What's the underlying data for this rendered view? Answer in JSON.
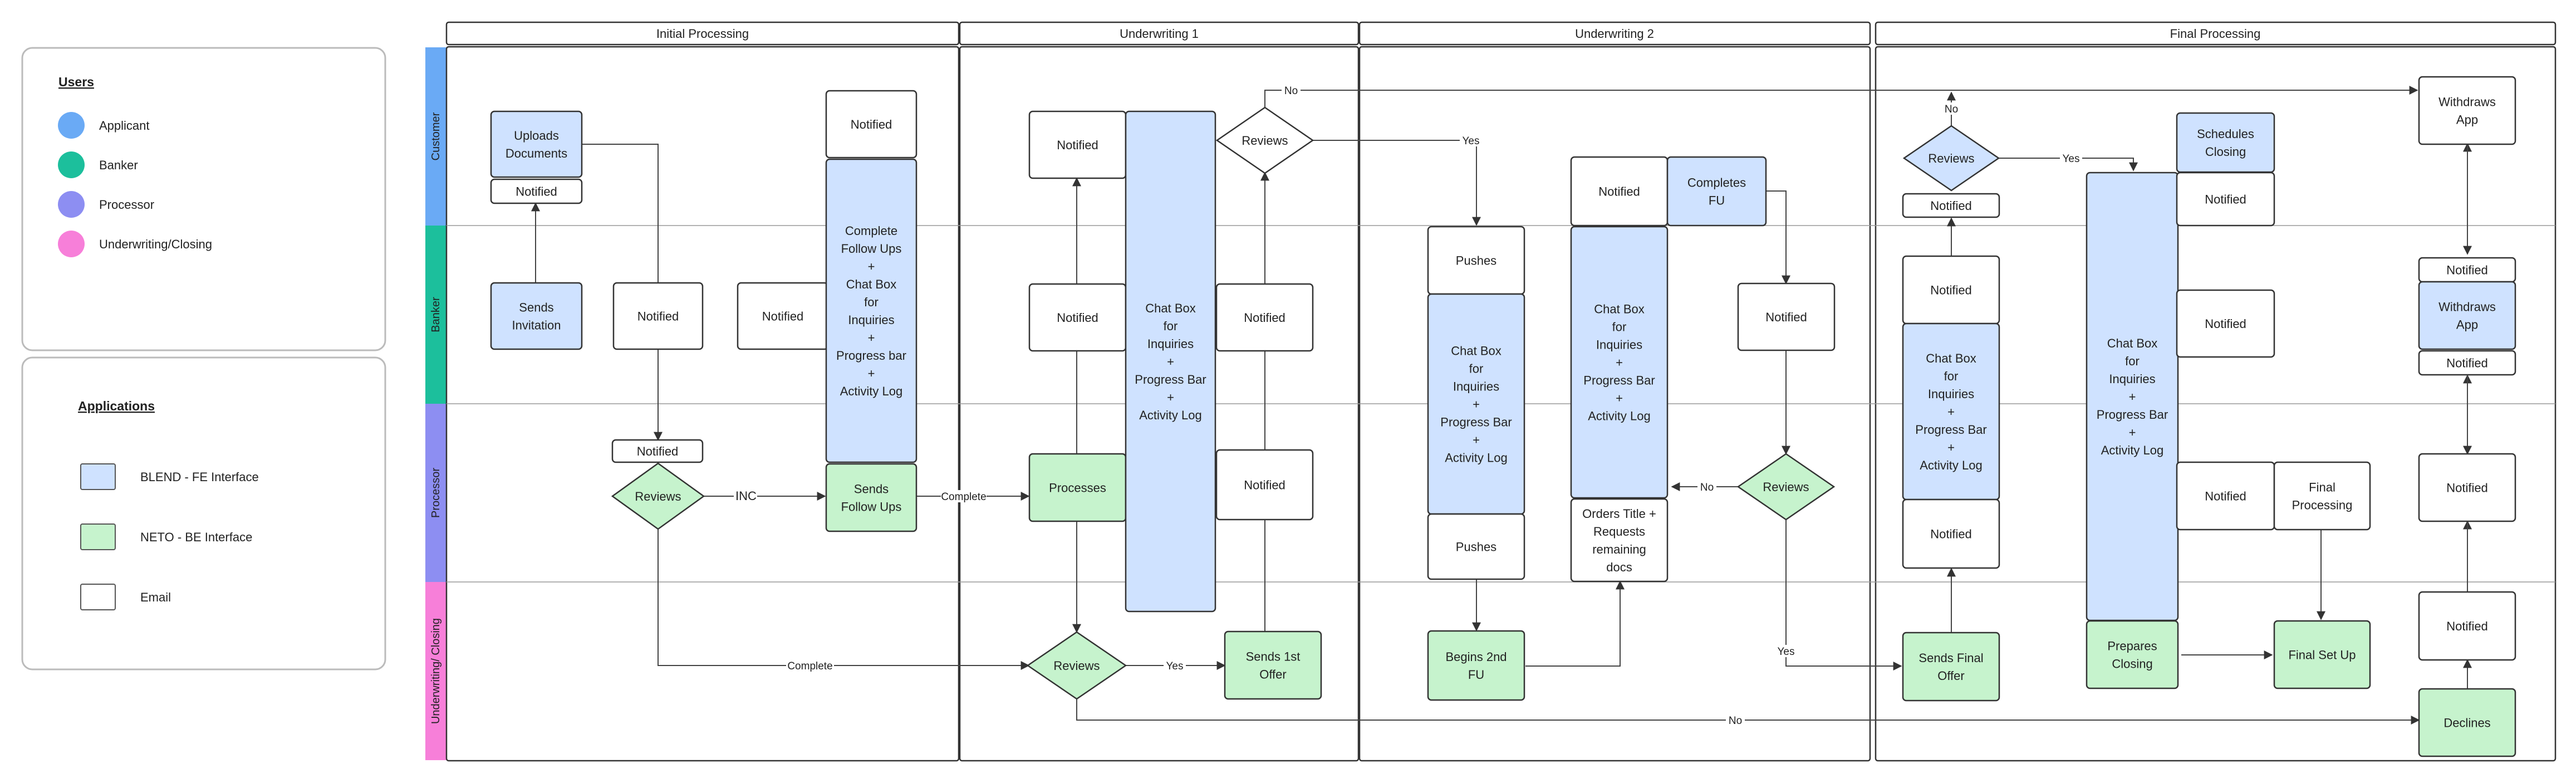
{
  "legend_users": {
    "title": "Users",
    "items": [
      {
        "label": "Applicant",
        "color": "#6aaaf5"
      },
      {
        "label": "Banker",
        "color": "#1cbf9c"
      },
      {
        "label": "Processor",
        "color": "#8d8ef2"
      },
      {
        "label": "Underwriting/Closing",
        "color": "#f77fd9"
      }
    ]
  },
  "legend_apps": {
    "title": "Applications",
    "items": [
      {
        "label": "BLEND - FE Interface",
        "fill": "#cfe2ff"
      },
      {
        "label": "NETO - BE Interface",
        "fill": "#c6f3cd"
      },
      {
        "label": "Email",
        "fill": "#ffffff"
      }
    ]
  },
  "phases": [
    {
      "label": "Initial Processing"
    },
    {
      "label": "Underwriting 1"
    },
    {
      "label": "Underwriting 2"
    },
    {
      "label": "Final Processing"
    }
  ],
  "lanes": [
    {
      "label": "Customer",
      "color": "#6aaaf5"
    },
    {
      "label": "Banker",
      "color": "#1cbf9c"
    },
    {
      "label": "Processor",
      "color": "#8d8ef2"
    },
    {
      "label": "Underwriting/ Closing",
      "color": "#f77fd9"
    }
  ],
  "nodes": {
    "ip_upload": {
      "text": "Uploads\nDocuments",
      "app": "blend"
    },
    "ip_upload_notified": {
      "text": "Notified",
      "app": "email"
    },
    "ip_sends_invitation": {
      "text": "Sends\nInvitation",
      "app": "blend"
    },
    "ip_notified_b1": {
      "text": "Notified",
      "app": "email"
    },
    "ip_notified_b2": {
      "text": "Notified",
      "app": "email"
    },
    "ip_notified_top": {
      "text": "Notified",
      "app": "email"
    },
    "ip_followups": {
      "text": "Complete\nFollow Ups\n+\nChat Box\nfor\nInquiries\n+\nProgress bar\n+\nActivity Log",
      "app": "blend"
    },
    "ip_notified_p": {
      "text": "Notified",
      "app": "email"
    },
    "ip_reviews": {
      "text": "Reviews",
      "app": "neto"
    },
    "ip_sends_followups": {
      "text": "Sends\nFollow Ups",
      "app": "neto"
    },
    "u1_notified_c": {
      "text": "Notified",
      "app": "email"
    },
    "u1_notified_b": {
      "text": "Notified",
      "app": "email"
    },
    "u1_processes": {
      "text": "Processes",
      "app": "neto"
    },
    "u1_reviews_uw": {
      "text": "Reviews",
      "app": "neto"
    },
    "u1_chatbox": {
      "text": "Chat Box\nfor\nInquiries\n+\nProgress Bar\n+\nActivity Log",
      "app": "blend"
    },
    "u1_reviews_c": {
      "text": "Reviews",
      "app": "email"
    },
    "u1_notified_b2": {
      "text": "Notified",
      "app": "email"
    },
    "u1_notified_p": {
      "text": "Notified",
      "app": "email"
    },
    "u1_sends_offer": {
      "text": "Sends 1st\nOffer",
      "app": "neto"
    },
    "u2_pushes1": {
      "text": "Pushes",
      "app": "email"
    },
    "u2_chatbox1": {
      "text": "Chat Box\nfor\nInquiries\n+\nProgress Bar\n+\nActivity Log",
      "app": "blend"
    },
    "u2_pushes2": {
      "text": "Pushes",
      "app": "email"
    },
    "u2_begins": {
      "text": "Begins 2nd\nFU",
      "app": "neto"
    },
    "u2_notified_c": {
      "text": "Notified",
      "app": "email"
    },
    "u2_completes": {
      "text": "Completes\nFU",
      "app": "blend"
    },
    "u2_chatbox2": {
      "text": "Chat Box\nfor\nInquiries\n+\nProgress Bar\n+\nActivity Log",
      "app": "blend"
    },
    "u2_orders": {
      "text": "Orders Title +\nRequests\nremaining\ndocs",
      "app": "email"
    },
    "u2_notified_b": {
      "text": "Notified",
      "app": "email"
    },
    "u2_reviews": {
      "text": "Reviews",
      "app": "neto"
    },
    "fp_reviews": {
      "text": "Reviews",
      "app": "blend"
    },
    "fp_notified_c": {
      "text": "Notified",
      "app": "email"
    },
    "fp_notified_b": {
      "text": "Notified",
      "app": "email"
    },
    "fp_chatbox1": {
      "text": "Chat Box\nfor\nInquiries\n+\nProgress Bar\n+\nActivity Log",
      "app": "blend"
    },
    "fp_notified_p": {
      "text": "Notified",
      "app": "email"
    },
    "fp_sends_final": {
      "text": "Sends Final\nOffer",
      "app": "neto"
    },
    "fp_chatbox2": {
      "text": "Chat Box\nfor\nInquiries\n+\nProgress Bar\n+\nActivity Log",
      "app": "blend"
    },
    "fp_prepares": {
      "text": "Prepares\nClosing",
      "app": "neto"
    },
    "fp_schedules": {
      "text": "Schedules\nClosing",
      "app": "blend"
    },
    "fp_notified_c2": {
      "text": "Notified",
      "app": "email"
    },
    "fp_notified_b2": {
      "text": "Notified",
      "app": "email"
    },
    "fp_notified_p2": {
      "text": "Notified",
      "app": "email"
    },
    "fp_final_processing": {
      "text": "Final\nProcessing",
      "app": "email"
    },
    "fp_final_setup": {
      "text": "Final Set Up",
      "app": "neto"
    },
    "fp_withdraws_c": {
      "text": "Withdraws\nApp",
      "app": "email"
    },
    "fp_notified_b_top": {
      "text": "Notified",
      "app": "email"
    },
    "fp_withdraws_b": {
      "text": "Withdraws\nApp",
      "app": "blend"
    },
    "fp_notified_b_bot": {
      "text": "Notified",
      "app": "email"
    },
    "fp_notified_p3": {
      "text": "Notified",
      "app": "email"
    },
    "fp_notified_uw": {
      "text": "Notified",
      "app": "email"
    },
    "fp_declines": {
      "text": "Declines",
      "app": "neto"
    }
  },
  "edge_labels": {
    "inc": "INC",
    "complete_follow": "Complete",
    "complete_bottom": "Complete",
    "yes_offer": "Yes",
    "no_top": "No",
    "yes_push": "Yes",
    "no_orders": "No",
    "yes_final": "Yes",
    "no_fp": "No",
    "yes_fp": "Yes",
    "no_decline": "No"
  },
  "colors": {
    "blend": "#cfe2ff",
    "neto": "#c6f3cd",
    "email": "#ffffff",
    "stroke": "#333333"
  }
}
